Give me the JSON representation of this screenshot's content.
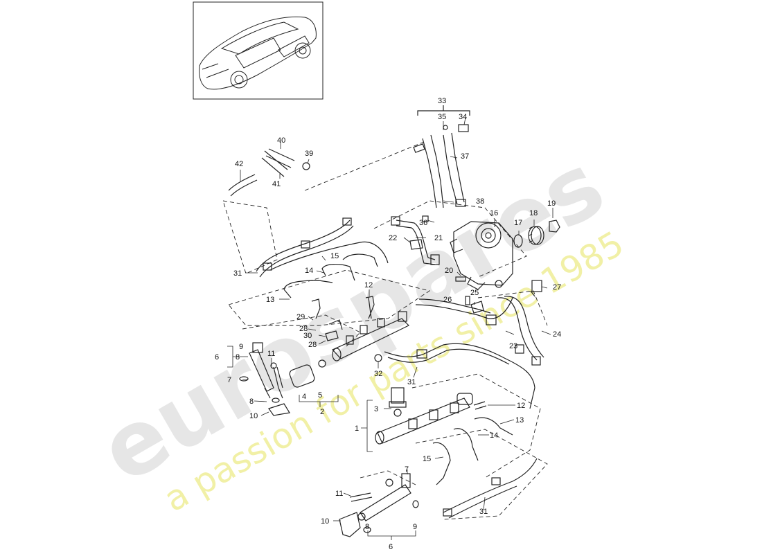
{
  "watermark": {
    "brand": "eurospares",
    "tagline": "a passion for parts since 1985",
    "brand_color": "#e6e6e6",
    "tagline_color": "#f1f0a6"
  },
  "thumbnail": {
    "icon": "car-icon"
  },
  "callouts": [
    {
      "id": "1",
      "text": "1"
    },
    {
      "id": "2",
      "text": "2"
    },
    {
      "id": "3",
      "text": "3"
    },
    {
      "id": "4",
      "text": "4"
    },
    {
      "id": "5",
      "text": "5"
    },
    {
      "id": "6a",
      "text": "6"
    },
    {
      "id": "6b",
      "text": "6"
    },
    {
      "id": "7a",
      "text": "7"
    },
    {
      "id": "7b",
      "text": "7"
    },
    {
      "id": "8a",
      "text": "8"
    },
    {
      "id": "8b",
      "text": "8"
    },
    {
      "id": "8c",
      "text": "8"
    },
    {
      "id": "9a",
      "text": "9"
    },
    {
      "id": "9b",
      "text": "9"
    },
    {
      "id": "10a",
      "text": "10"
    },
    {
      "id": "10b",
      "text": "10"
    },
    {
      "id": "11a",
      "text": "11"
    },
    {
      "id": "11b",
      "text": "11"
    },
    {
      "id": "12a",
      "text": "12"
    },
    {
      "id": "12b",
      "text": "12"
    },
    {
      "id": "13a",
      "text": "13"
    },
    {
      "id": "13b",
      "text": "13"
    },
    {
      "id": "14a",
      "text": "14"
    },
    {
      "id": "14b",
      "text": "14"
    },
    {
      "id": "15a",
      "text": "15"
    },
    {
      "id": "15b",
      "text": "15"
    },
    {
      "id": "16",
      "text": "16"
    },
    {
      "id": "17",
      "text": "17"
    },
    {
      "id": "18",
      "text": "18"
    },
    {
      "id": "19",
      "text": "19"
    },
    {
      "id": "20",
      "text": "20"
    },
    {
      "id": "21",
      "text": "21"
    },
    {
      "id": "22",
      "text": "22"
    },
    {
      "id": "23",
      "text": "23"
    },
    {
      "id": "24",
      "text": "24"
    },
    {
      "id": "25",
      "text": "25"
    },
    {
      "id": "26",
      "text": "26"
    },
    {
      "id": "27",
      "text": "27"
    },
    {
      "id": "28a",
      "text": "28"
    },
    {
      "id": "28b",
      "text": "28"
    },
    {
      "id": "29",
      "text": "29"
    },
    {
      "id": "30",
      "text": "30"
    },
    {
      "id": "31a",
      "text": "31"
    },
    {
      "id": "31b",
      "text": "31"
    },
    {
      "id": "31c",
      "text": "31"
    },
    {
      "id": "32",
      "text": "32"
    },
    {
      "id": "33",
      "text": "33"
    },
    {
      "id": "34",
      "text": "34"
    },
    {
      "id": "35",
      "text": "35"
    },
    {
      "id": "36",
      "text": "36"
    },
    {
      "id": "37",
      "text": "37"
    },
    {
      "id": "38",
      "text": "38"
    },
    {
      "id": "39",
      "text": "39"
    },
    {
      "id": "40",
      "text": "40"
    },
    {
      "id": "41",
      "text": "41"
    },
    {
      "id": "42",
      "text": "42"
    }
  ]
}
